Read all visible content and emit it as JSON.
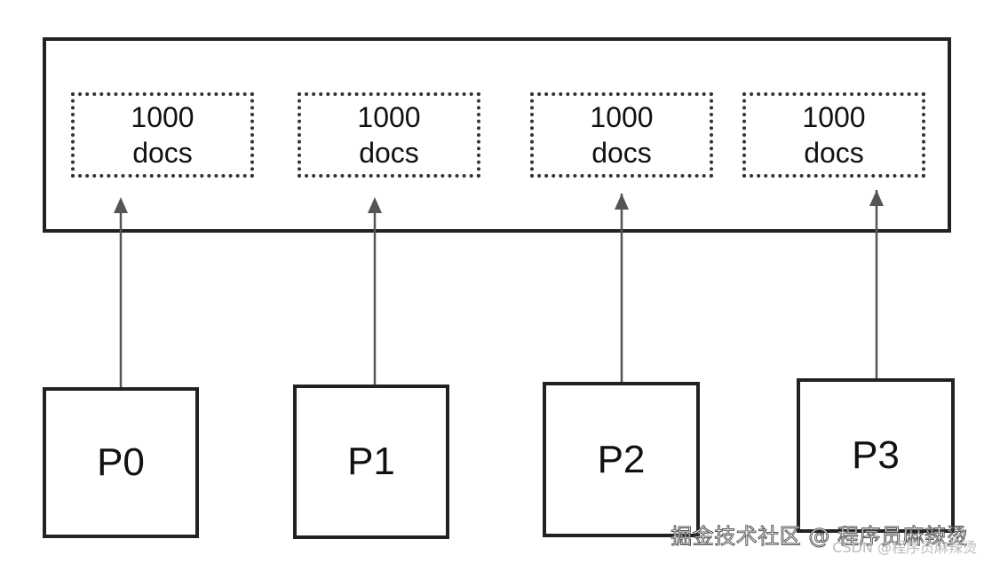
{
  "diagram": {
    "docs": [
      {
        "line1": "1000",
        "line2": "docs"
      },
      {
        "line1": "1000",
        "line2": "docs"
      },
      {
        "line1": "1000",
        "line2": "docs"
      },
      {
        "line1": "1000",
        "line2": "docs"
      }
    ],
    "partitions": [
      {
        "label": "P0"
      },
      {
        "label": "P1"
      },
      {
        "label": "P2"
      },
      {
        "label": "P3"
      }
    ]
  },
  "watermark": {
    "main": "掘金技术社区 @ 程序员麻辣烫",
    "sub": "CSDN @程序员麻辣烫"
  },
  "colors": {
    "stroke": "#222222",
    "arrow": "#555555"
  }
}
